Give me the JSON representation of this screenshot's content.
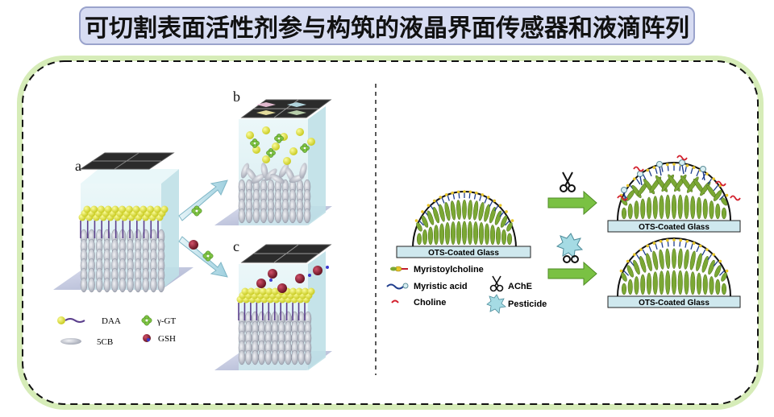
{
  "title": "可切割表面活性剂参与构筑的液晶界面传感器和液滴阵列",
  "left_panel": {
    "labels": {
      "a": "a",
      "b": "b",
      "c": "c"
    },
    "legend": {
      "daa": "DAA",
      "5cb": "5CB",
      "ggt": "γ-GT",
      "gsh": "GSH"
    }
  },
  "right_panel": {
    "substrate_label": "OTS-Coated Glass",
    "legend": {
      "myristoylcholine": "Myristoylcholine",
      "myristic_acid": "Myristic acid",
      "choline": "Choline",
      "ache": "AChE",
      "pesticide": "Pesticide"
    }
  },
  "colors": {
    "title_bg": "#d7dcf2",
    "frame_glow": "#d6ecb8",
    "lc_yellow": "#e6e82a",
    "arrow_green": "#7ac143",
    "ggt_green": "#7dc242",
    "gsh_red": "#8a1c2c",
    "substrate_blue": "#cfe8ee"
  }
}
